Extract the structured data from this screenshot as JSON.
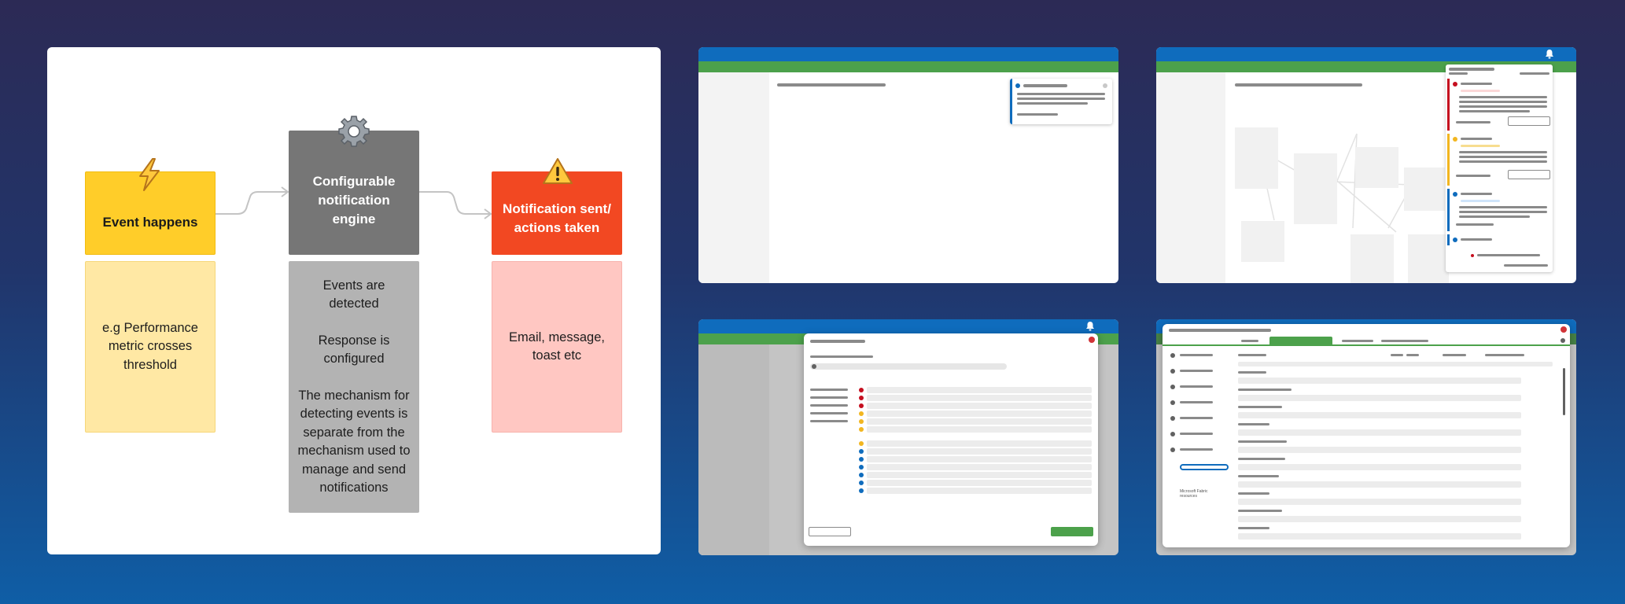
{
  "diagram": {
    "steps": [
      {
        "icon": "lightning-icon",
        "heading": "Event happens",
        "detail": "e.g Performance metric crosses threshold",
        "color": "#ffcd29",
        "detail_color": "#ffe8a4"
      },
      {
        "icon": "gear-icon",
        "heading": "Configurable notification engine",
        "detail_lines": [
          "Events are detected",
          "Response is configured",
          "The mechanism for detecting events is separate from the mechanism used to manage and send notifications"
        ],
        "color": "#767676",
        "detail_color": "#b3b3b3"
      },
      {
        "icon": "warning-icon",
        "heading": "Notification sent/ actions taken",
        "detail": "Email, message, toast etc",
        "color": "#f24822",
        "detail_color": "#ffc7c2"
      }
    ]
  },
  "thumbnails": {
    "fabric_label": "Microsoft Fabric resources"
  },
  "colors": {
    "brand_blue": "#0f6cbd",
    "brand_green": "#4ca14b",
    "error": "#c50f1f",
    "warning": "#f2b620"
  }
}
